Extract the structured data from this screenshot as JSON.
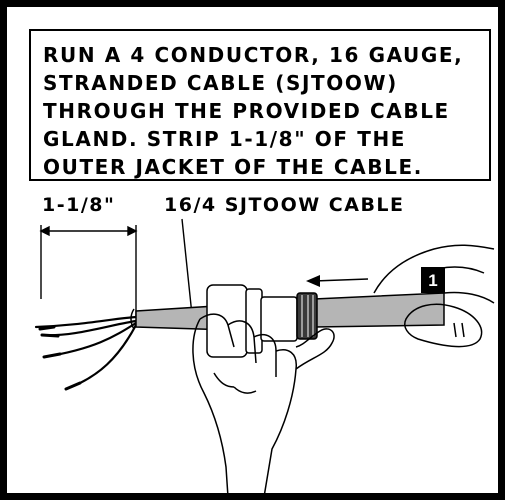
{
  "instructions": {
    "lines": [
      "RUN A 4 CONDUCTOR, 16 GAUGE,",
      "STRANDED CABLE (SJTOOW)",
      "THROUGH THE PROVIDED CABLE",
      "GLAND. STRIP 1-1/8\" OF THE",
      "OUTER JACKET OF THE CABLE."
    ]
  },
  "illustration": {
    "strip_length_label": "1-1/8\"",
    "cable_label": "16/4 SJTOOW CABLE",
    "step_badge": "1"
  },
  "colors": {
    "border": "#000000",
    "cable_fill": "#b5b5b5",
    "background": "#ffffff"
  }
}
